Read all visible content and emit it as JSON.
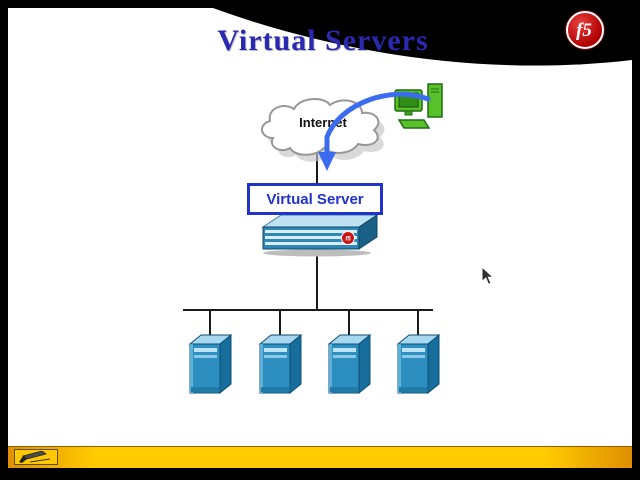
{
  "slide": {
    "title": "Virtual Servers",
    "diagram": {
      "internet_label": "Internet",
      "virtual_server_label": "Virtual Server",
      "appliance_logo": "f5",
      "server_count": 4
    }
  },
  "branding": {
    "logo_text": "f5"
  },
  "colors": {
    "title_blue": "#2a2ab0",
    "label_blue": "#2233cc",
    "arrow_blue": "#3b6cf0",
    "server_blue": "#2d8fc0",
    "toolbar_yellow": "#ffcb00",
    "logo_red": "#c01414"
  }
}
